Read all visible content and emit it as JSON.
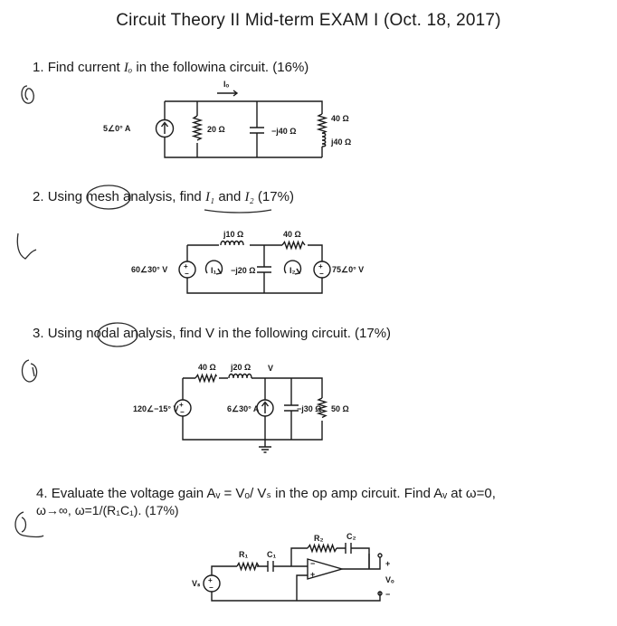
{
  "title": "Circuit Theory II Mid-term EXAM I (Oct. 18, 2017)",
  "questions": [
    {
      "number": "1.",
      "text_before": "Find current",
      "var": "Iₒ",
      "text_after": "in the followina circuit. (16%)",
      "labels": {
        "source": "5∠0° A",
        "current": "Iₒ",
        "r20": "20 Ω",
        "cap": "−j40 Ω",
        "r40": "40 Ω",
        "ind": "j40 Ω"
      }
    },
    {
      "number": "2.",
      "text": "Using mesh analysis, find",
      "var1": "I₁",
      "and": "and",
      "var2": "I₂",
      "pct": "(17%)",
      "labels": {
        "ind": "j10 Ω",
        "res": "40 Ω",
        "src1": "60∠30° V",
        "cap": "−j20 Ω",
        "src2": "75∠0° V",
        "i1": "I₁",
        "i2": "I₂"
      }
    },
    {
      "number": "3.",
      "text": "Using nodal analysis, find V in the following circuit. (17%)",
      "labels": {
        "res": "40 Ω",
        "ind": "j20 Ω",
        "node": "V",
        "src": "120∠−15° V",
        "csrc": "6∠30° A",
        "cap": "−j30 Ω",
        "r50": "50 Ω"
      }
    },
    {
      "number": "4.",
      "line1": "Evaluate the voltage gain Aᵥ = Vₒ/ Vₛ in the op amp circuit. Find Aᵥ at ω=0,",
      "line2": "ω→∞, ω=1/(R₁C₁). (17%)",
      "labels": {
        "r1": "R₁",
        "c1": "C₁",
        "r2": "R₂",
        "c2": "C₂",
        "vs": "Vₛ",
        "vo": "Vₒ",
        "plus": "+",
        "minus": "−"
      }
    }
  ]
}
